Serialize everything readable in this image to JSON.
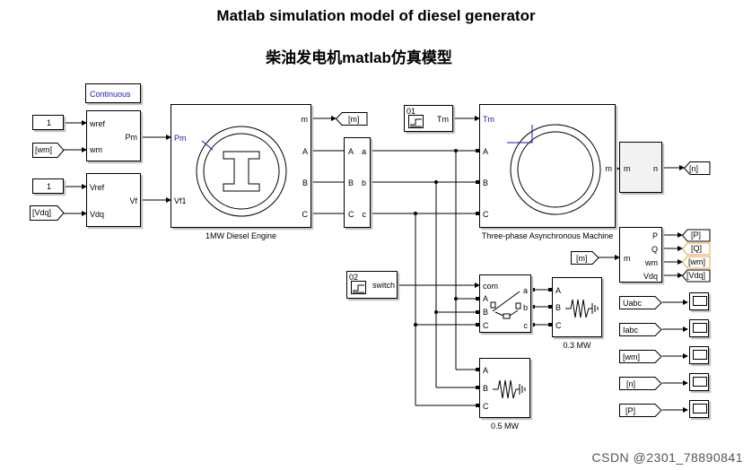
{
  "titles": {
    "en": "Matlab simulation model of diesel generator",
    "cn": "柴油发电机matlab仿真模型"
  },
  "powergui": "Continuous",
  "constants": {
    "wref_const": "1",
    "vref_const": "1",
    "step1": "01",
    "step2": "02"
  },
  "tags": {
    "goto_m": "[m]",
    "goto_n": "[n]",
    "goto_P": "[P]",
    "goto_Q": "[Q]",
    "goto_wm": "[wm]",
    "goto_Vdq": "[Vdq]",
    "from_wm": "[wm]",
    "from_Vdq": "[Vdq]",
    "from_m": "[m]",
    "from_Uabc": "Uabc",
    "from_Iabc": "Iabc",
    "from_wm2": "[wm]",
    "from_n": "[n]",
    "from_P": "[P]"
  },
  "governor": {
    "in1": "wref",
    "in2": "wm",
    "out": "Pm"
  },
  "exciter": {
    "in1": "Vref",
    "in2": "Vdq",
    "out": "Vf"
  },
  "engine": {
    "label": "1MW Diesel Engine",
    "pm": "Pm",
    "vf": "Vf1",
    "m": "m",
    "A": "A",
    "B": "B",
    "C": "C"
  },
  "vimeas": {
    "A": "A",
    "B": "B",
    "C": "C",
    "a": "a",
    "b": "b",
    "c": "c"
  },
  "machine": {
    "label": "Three-phase Asynchronous Machine",
    "tm": "Tm",
    "m": "m",
    "A": "A",
    "B": "B",
    "C": "C"
  },
  "step1_port": "Tm",
  "demux": {
    "in": "m",
    "out": "n"
  },
  "calc": {
    "in": "m",
    "p": "P",
    "q": "Q",
    "wm": "wm",
    "vdq": "Vdq"
  },
  "breaker": {
    "com": "com",
    "A": "A",
    "B": "B",
    "C": "C",
    "a": "a",
    "b": "b",
    "c": "c"
  },
  "step2_port": "switch",
  "load1": {
    "label": "0.3 MW",
    "A": "A",
    "B": "B",
    "C": "C"
  },
  "load2": {
    "label": "0.5 MW",
    "A": "A",
    "B": "B",
    "C": "C"
  },
  "watermark": "CSDN @2301_78890841",
  "colors": {
    "line": "#000000",
    "port_blue": "#1a1aa8",
    "goto_orange": "#e8a040"
  }
}
